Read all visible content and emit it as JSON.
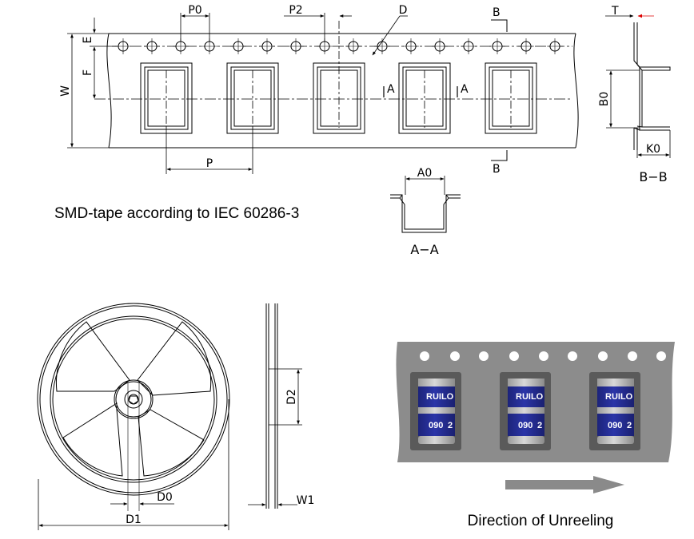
{
  "tape_labels": {
    "P0": "P0",
    "P2": "P2",
    "D": "D",
    "T": "T",
    "E": "E",
    "F": "F",
    "W": "W",
    "P": "P",
    "B0": "B0",
    "K0": "K0",
    "A0": "A0",
    "section_A_left": "A",
    "section_A_right": "A",
    "section_B_top": "B",
    "section_B_bottom": "B"
  },
  "section_titles": {
    "bb": "B−B",
    "aa": "A−A"
  },
  "tape_caption": "SMD-tape according to IEC 60286-3",
  "reel_labels": {
    "D0": "D0",
    "D1": "D1",
    "D2": "D2",
    "W1": "W1"
  },
  "photo": {
    "component_brand": "RUILO",
    "component_code": "090",
    "component_suffix": "2",
    "caption": "Direction of Unreeling",
    "colors": {
      "tape": "#8c8c8c",
      "pocket": "#5a5a5a",
      "component_blue": "#2b35a8",
      "component_silver": "#d9d9d9",
      "arrow": "#8a8a8a"
    }
  }
}
